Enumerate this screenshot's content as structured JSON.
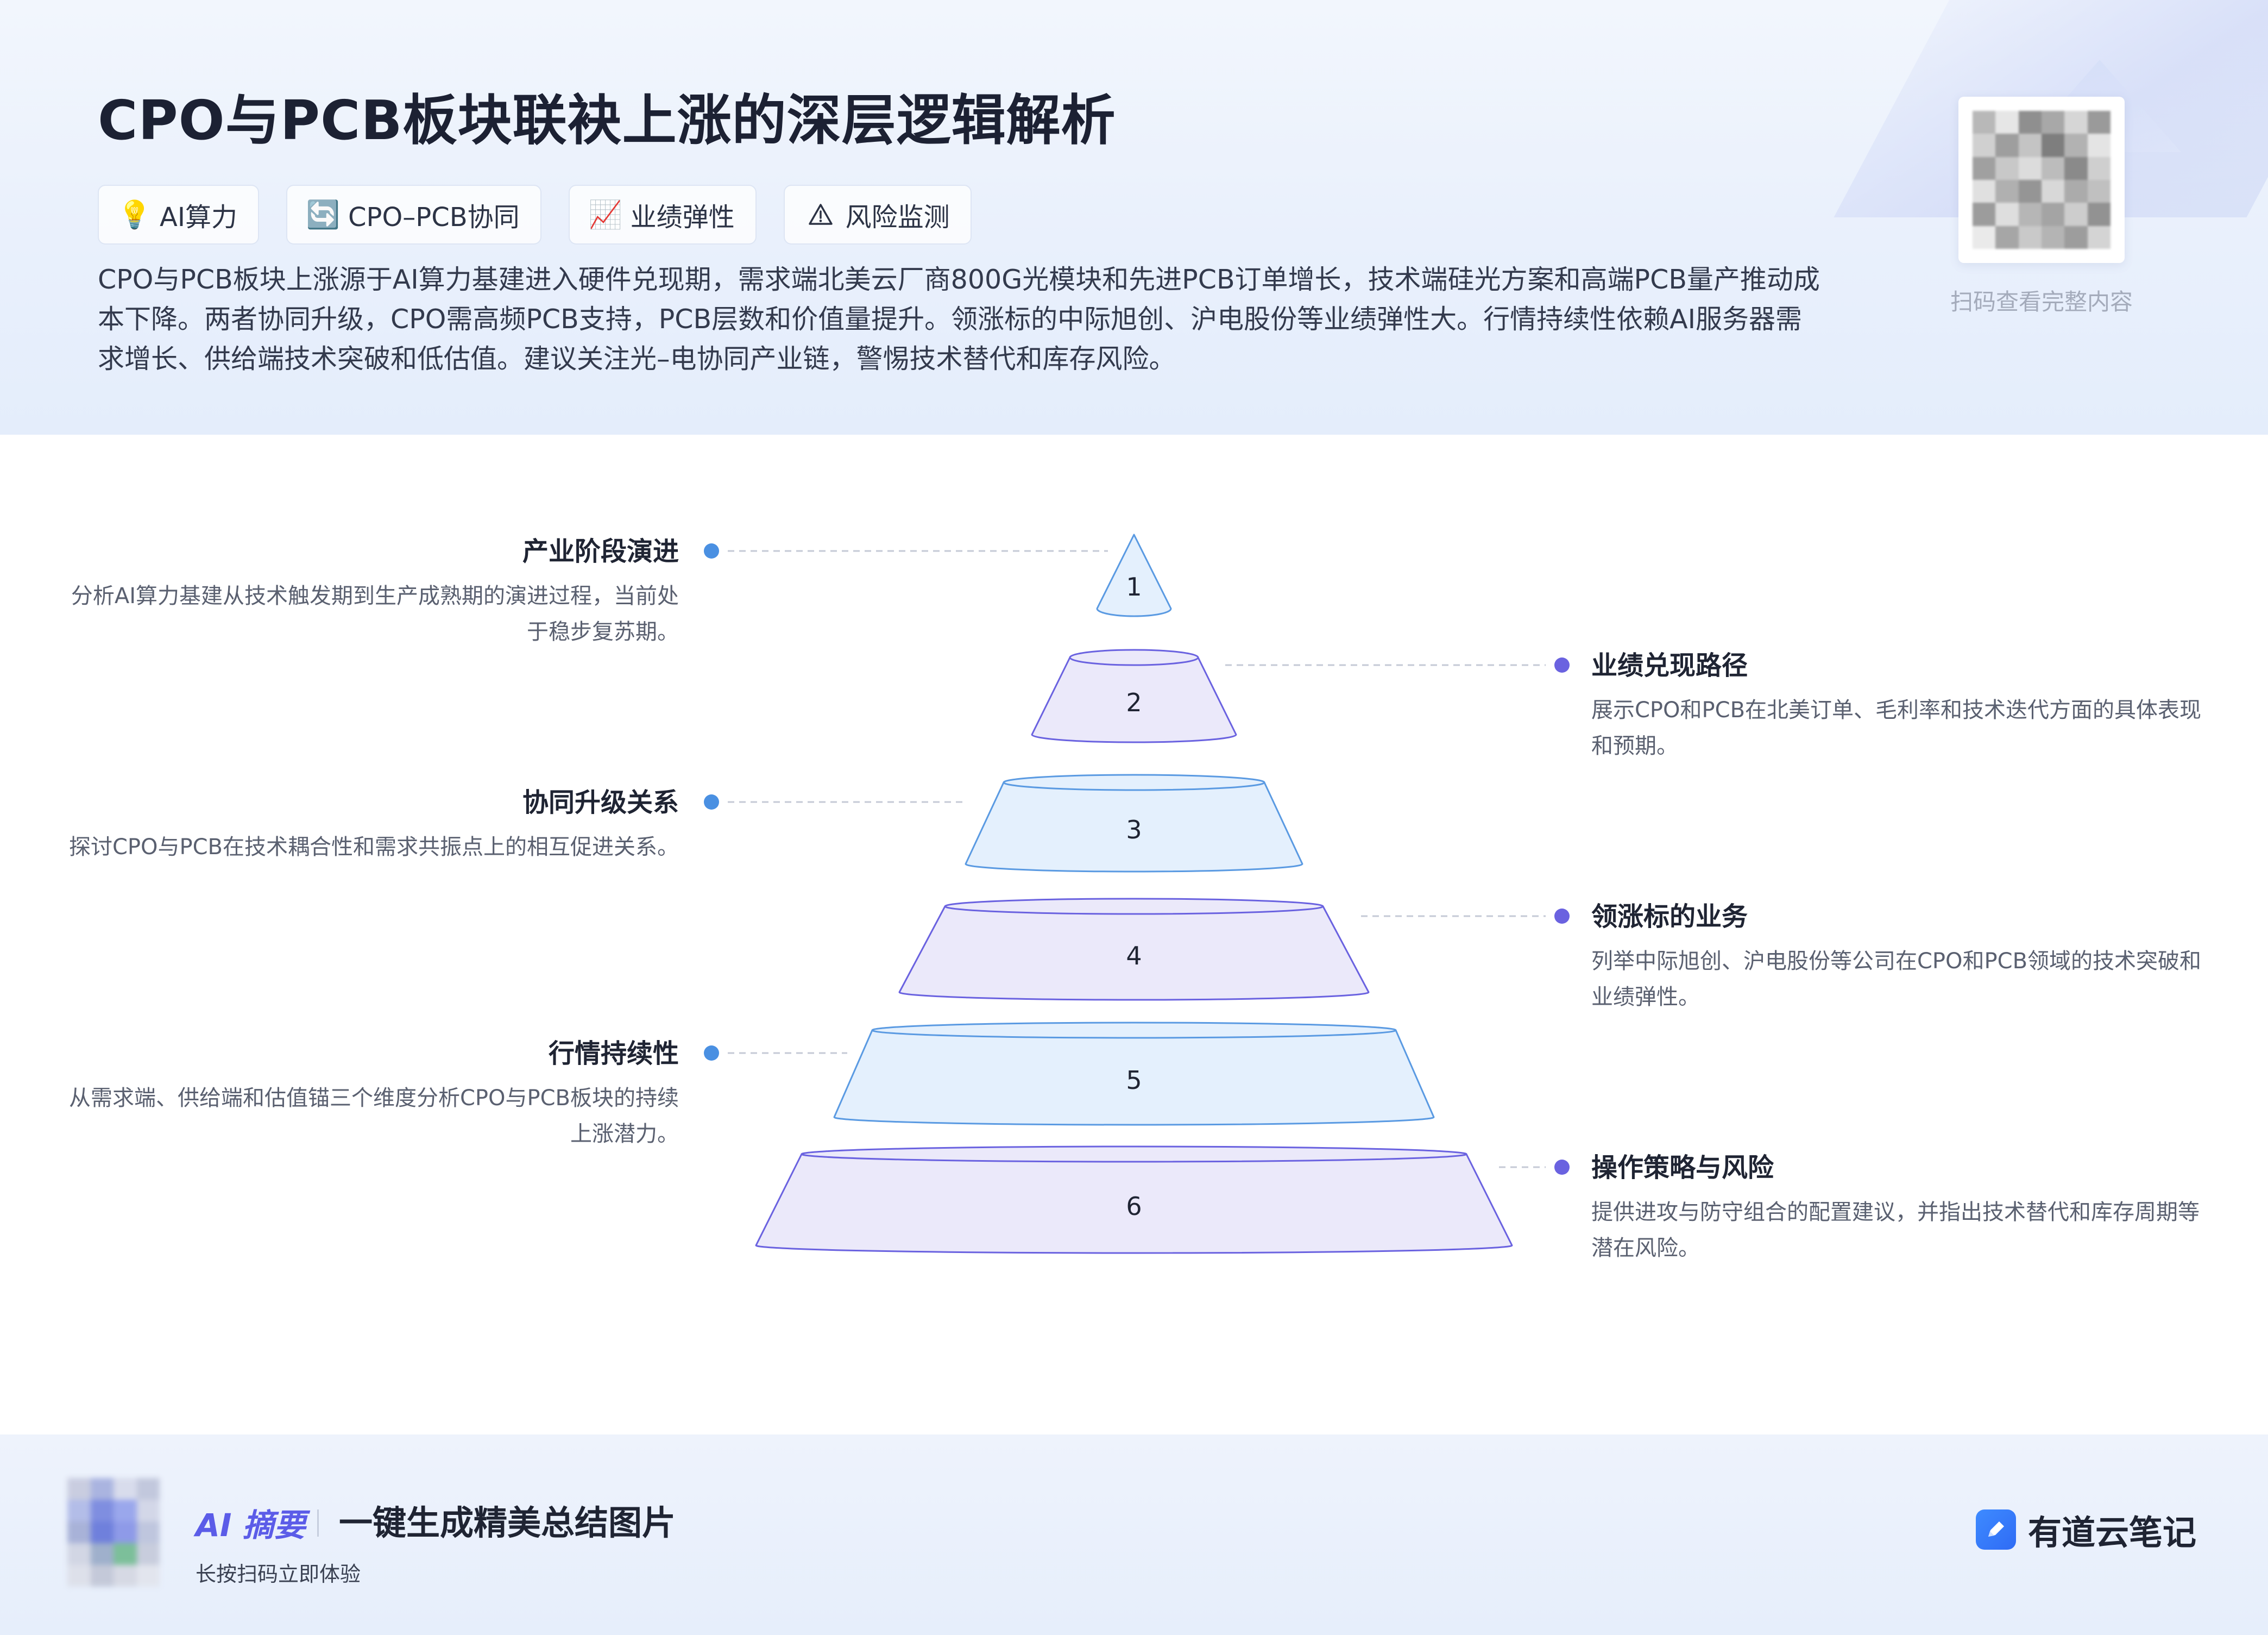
{
  "header": {
    "title": "CPO与PCB板块联袂上涨的深层逻辑解析",
    "tags": [
      {
        "icon": "💡",
        "icon_name": "lightbulb-icon",
        "label": "AI算力"
      },
      {
        "icon": "🔄",
        "icon_name": "sync-icon",
        "label": "CPO–PCB协同"
      },
      {
        "icon": "📈",
        "icon_name": "chart-up-icon",
        "label": "业绩弹性"
      },
      {
        "icon": "⚠",
        "icon_name": "warning-icon",
        "label": "风险监测"
      }
    ],
    "summary": "CPO与PCB板块上涨源于AI算力基建进入硬件兑现期，需求端北美云厂商800G光模块和先进PCB订单增长，技术端硅光方案和高端PCB量产推动成本下降。两者协同升级，CPO需高频PCB支持，PCB层数和价值量提升。领涨标的中际旭创、沪电股份等业绩弹性大。行情持续性依赖AI服务器需求增长、供给端技术突破和低估值。建议关注光–电协同产业链，警惕技术替代和库存风险。",
    "qr_caption": "扫码查看完整内容"
  },
  "diagram": {
    "levels": [
      "1",
      "2",
      "3",
      "4",
      "5",
      "6"
    ],
    "colors": {
      "blue_fill": "#e4f0fd",
      "blue_stroke": "#5a9ae2",
      "purple_fill": "#ebe9fa",
      "purple_stroke": "#6a62e0",
      "left_dot": "#4a90e2",
      "right_dot": "#6a62e0"
    },
    "left_items": [
      {
        "title": "产业阶段演进",
        "desc": "分析AI算力基建从技术触发期到生产成熟期的演进过程，当前处于稳步复苏期。"
      },
      {
        "title": "协同升级关系",
        "desc": "探讨CPO与PCB在技术耦合性和需求共振点上的相互促进关系。"
      },
      {
        "title": "行情持续性",
        "desc": "从需求端、供给端和估值锚三个维度分析CPO与PCB板块的持续上涨潜力。"
      }
    ],
    "right_items": [
      {
        "title": "业绩兑现路径",
        "desc": "展示CPO和PCB在北美订单、毛利率和技术迭代方面的具体表现和预期。"
      },
      {
        "title": "领涨标的业务",
        "desc": "列举中际旭创、沪电股份等公司在CPO和PCB领域的技术突破和业绩弹性。"
      },
      {
        "title": "操作策略与风险",
        "desc": "提供进攻与防守组合的配置建议，并指出技术替代和库存周期等潜在风险。"
      }
    ]
  },
  "footer": {
    "ai_badge": "AI 摘要",
    "headline": "一键生成精美总结图片",
    "sub": "长按扫码立即体验",
    "brand": "有道云笔记"
  }
}
